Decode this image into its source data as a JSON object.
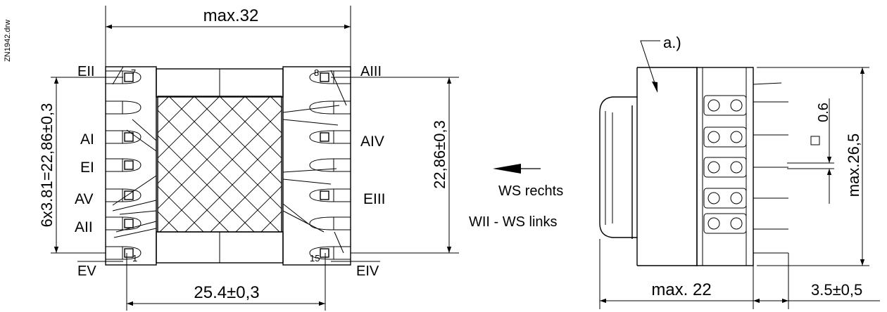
{
  "file_tag": "ZN1942.drw",
  "dimensions": {
    "top_width": "max.32",
    "bottom_width": "25.4±0,3",
    "left_height": "6x3.81=22,86±0,3",
    "right_height": "22,86±0,3",
    "side_height": "max.26,5",
    "side_width": "max. 22",
    "pin_offset": "3.5±0,5",
    "pin_square": "0.6"
  },
  "pin_labels": {
    "EII": "EII",
    "AIII": "AIII",
    "AI": "AI",
    "EI": "EI",
    "AV": "AV",
    "AII": "AII",
    "EV": "EV",
    "AIV": "AIV",
    "EIII": "EIII",
    "EIV": "EIV"
  },
  "pin_numbers": {
    "p7": "7",
    "p8": "8",
    "p1": "1",
    "p15": "15"
  },
  "legend": {
    "ws_rechts": "WS rechts",
    "wii_ws_links": "WII - WS links"
  },
  "note_label": "a.)"
}
